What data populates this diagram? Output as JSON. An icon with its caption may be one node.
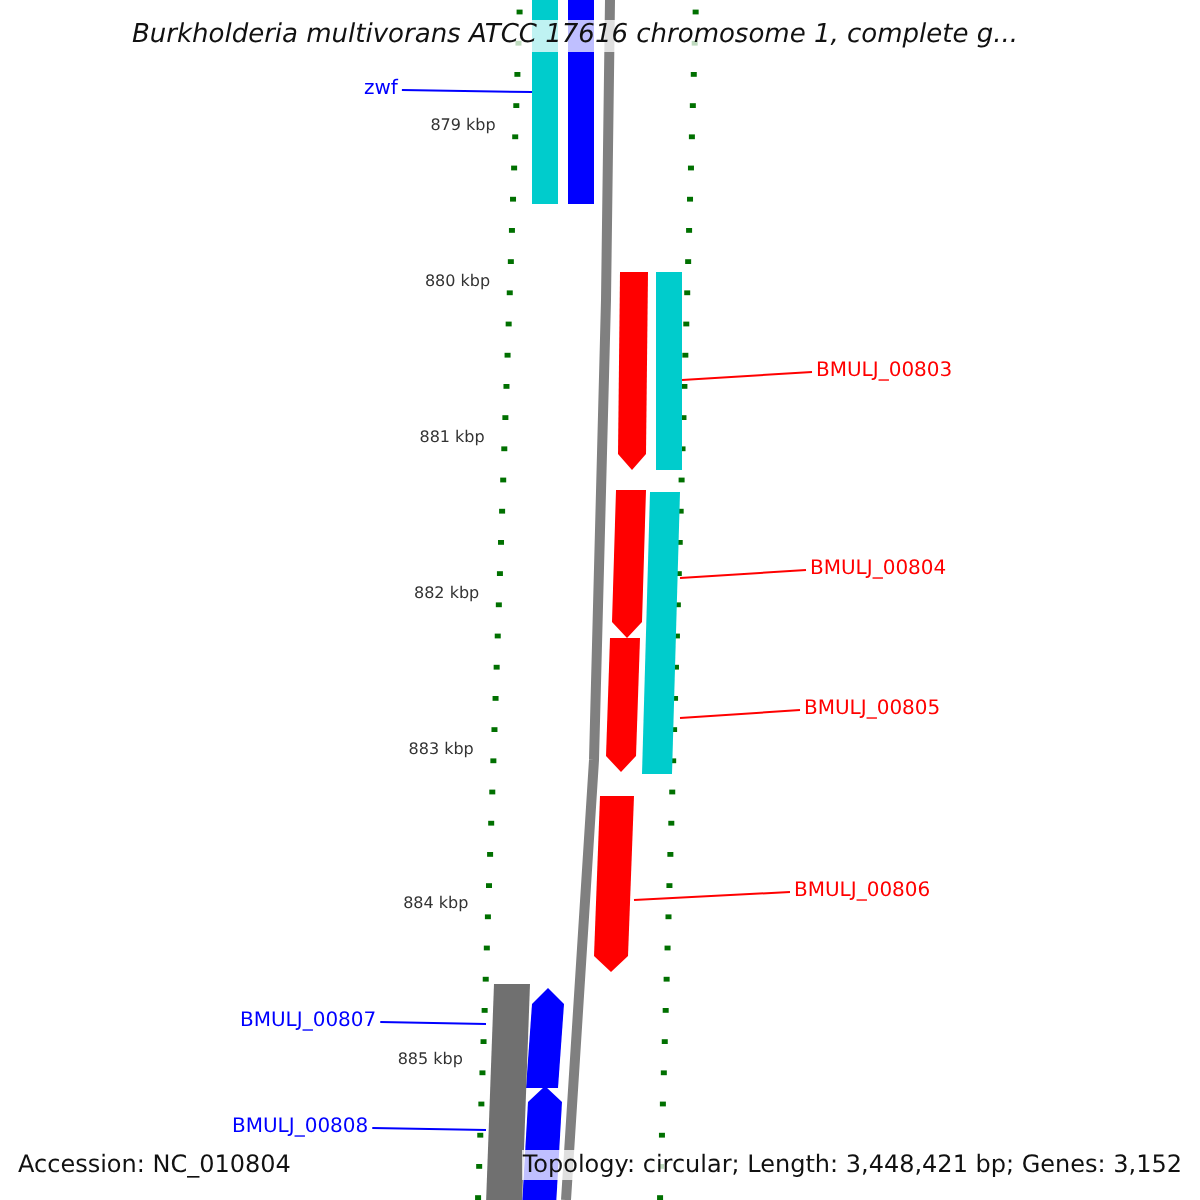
{
  "diagram": {
    "title": "Burkholderia multivorans ATCC 17616 chromosome 1, complete g...",
    "nodes": [
      {
        "text": [
          "zwf"
        ]
      },
      {
        "text": [],
        "shape": "bar"
      },
      {
        "text": [
          "BMULJ_00803"
        ]
      },
      {
        "text": [],
        "shape": "bar"
      },
      {
        "text": [
          "BMULJ_00804"
        ]
      },
      {
        "text": [],
        "shape": "bar"
      },
      {
        "text": [
          "BMULJ_00805"
        ]
      },
      {
        "text": [],
        "shape": "bar"
      },
      {
        "text": [
          "BMULJ_00806"
        ]
      },
      {
        "text": [],
        "shape": "bar"
      },
      {
        "text": [
          "BMULJ_00807"
        ]
      },
      {
        "text": [],
        "shape": "bar"
      },
      {
        "text": [
          "BMULJ_00808"
        ]
      },
      {
        "text": [],
        "shape": "bar"
      },
      {
        "text": [],
        "shape": "bar"
      },
      {
        "text": [],
        "shape": "bar"
      },
      {
        "text": [],
        "shape": "bar"
      },
      {
        "text": [],
        "shape": "bar"
      }
    ],
    "edges": [
      {
        "from": 0,
        "to": 14,
        "arrow": "none",
        "color": "#0000ff"
      },
      {
        "from": 2,
        "to": 15,
        "arrow": "none"
      },
      {
        "from": 4,
        "to": 16,
        "arrow": "none"
      },
      {
        "from": 6,
        "to": 16,
        "arrow": "none"
      },
      {
        "from": 8,
        "to": 9,
        "arrow": "none"
      },
      {
        "from": 10,
        "to": 17,
        "arrow": "none",
        "color": "#0000ff"
      },
      {
        "from": 12,
        "to": 17,
        "arrow": "none",
        "color": "#0000ff"
      }
    ],
    "labels": [
      "879 kbp",
      "880 kbp",
      "881 kbp",
      "882 kbp",
      "883 kbp",
      "884 kbp",
      "885 kbp",
      "Accession: NC_010804",
      "Topology: circular; Length: 3,448,421 bp; Genes: 3,152"
    ]
  }
}
